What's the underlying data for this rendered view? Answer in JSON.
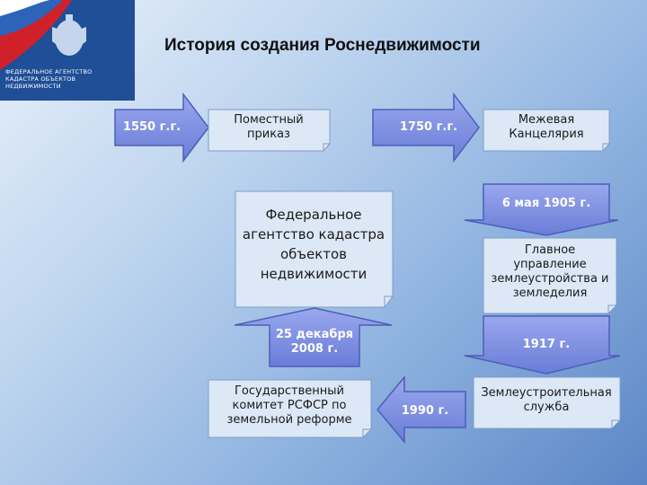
{
  "header": {
    "title": "История создания Роснедвижимости",
    "logo_text_1": "ФЕДЕРАЛЬНОЕ АГЕНТСТВО",
    "logo_text_2": "КАДАСТРА ОБЪЕКТОВ НЕДВИЖИМОСТИ"
  },
  "nodes": {
    "year_1550": "1550 г.г.",
    "pomestny": "Поместный приказ",
    "year_1750": "1750 г.г.",
    "mezhevaya": "Межевая Канцелярия",
    "fed_agency": "Федеральное агентство кадастра объектов недвижимости",
    "date_1905": "6 мая 1905 г.",
    "glavnoe": "Главное управление землеустройства и земледелия",
    "date_2008": "25 декабря 2008 г.",
    "year_1917": "1917 г.",
    "goskomitet": "Государственный комитет РСФСР по земельной реформе",
    "year_1990": "1990 г.",
    "zemleustr": "Землеустроительная служба"
  },
  "colors": {
    "box_fill": "#dce8f6",
    "box_border": "#7f9cc6",
    "arrow_fill": "#7d8fe0",
    "arrow_border": "#4d5fb7"
  }
}
